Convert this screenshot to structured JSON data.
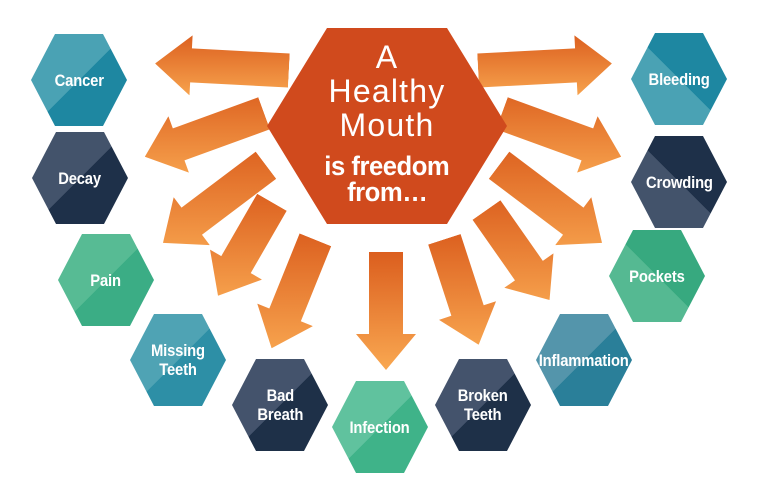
{
  "background_color": "#FFFFFF",
  "center": {
    "lines": [
      "A",
      "Healthy",
      "Mouth"
    ],
    "subtitle_lines": [
      "is freedom",
      "from…"
    ],
    "color": "#D04A1D",
    "text_color": "#FFFFFF"
  },
  "arrows": {
    "gradient_start": "#DB5E1E",
    "gradient_end": "#F9A851",
    "targets": [
      "Cancer",
      "Decay",
      "Pain",
      "Missing Teeth",
      "Bad Breath",
      "Infection",
      "Broken Teeth",
      "Inflammation",
      "Pockets",
      "Crowding",
      "Bleeding"
    ]
  },
  "hexagons": [
    {
      "label": "Cancer",
      "lines": [
        "Cancer"
      ],
      "color_light": "#4AA2B4",
      "color_dark": "#1E87A1",
      "split_angle": 135
    },
    {
      "label": "Decay",
      "lines": [
        "Decay"
      ],
      "color_light": "#43536B",
      "color_dark": "#1E3049",
      "split_angle": 135
    },
    {
      "label": "Pain",
      "lines": [
        "Pain"
      ],
      "color_light": "#57BB94",
      "color_dark": "#3BAD85",
      "split_angle": 135
    },
    {
      "label": "Missing Teeth",
      "lines": [
        "Missing",
        "Teeth"
      ],
      "color_light": "#4FA3B4",
      "color_dark": "#2D8FA6",
      "split_angle": 135
    },
    {
      "label": "Bad Breath",
      "lines": [
        "Bad",
        "Breath"
      ],
      "color_light": "#44536C",
      "color_dark": "#1E3048",
      "split_angle": 135
    },
    {
      "label": "Infection",
      "lines": [
        "Infection"
      ],
      "color_light": "#60C29E",
      "color_dark": "#3FB389",
      "split_angle": 135
    },
    {
      "label": "Broken Teeth",
      "lines": [
        "Broken",
        "Teeth"
      ],
      "color_light": "#44536C",
      "color_dark": "#1E3048",
      "split_angle": 135
    },
    {
      "label": "Inflammation",
      "lines": [
        "Inflammation"
      ],
      "color_light": "#5495AB",
      "color_dark": "#2A7F99",
      "split_angle": 135
    },
    {
      "label": "Pockets",
      "lines": [
        "Pockets"
      ],
      "color_light": "#55B992",
      "color_dark": "#37A97F",
      "split_angle": 45
    },
    {
      "label": "Crowding",
      "lines": [
        "Crowding"
      ],
      "color_light": "#43536B",
      "color_dark": "#1E3049",
      "split_angle": 45
    },
    {
      "label": "Bleeding",
      "lines": [
        "Bleeding"
      ],
      "color_light": "#4AA2B4",
      "color_dark": "#1E87A1",
      "split_angle": 45
    }
  ]
}
